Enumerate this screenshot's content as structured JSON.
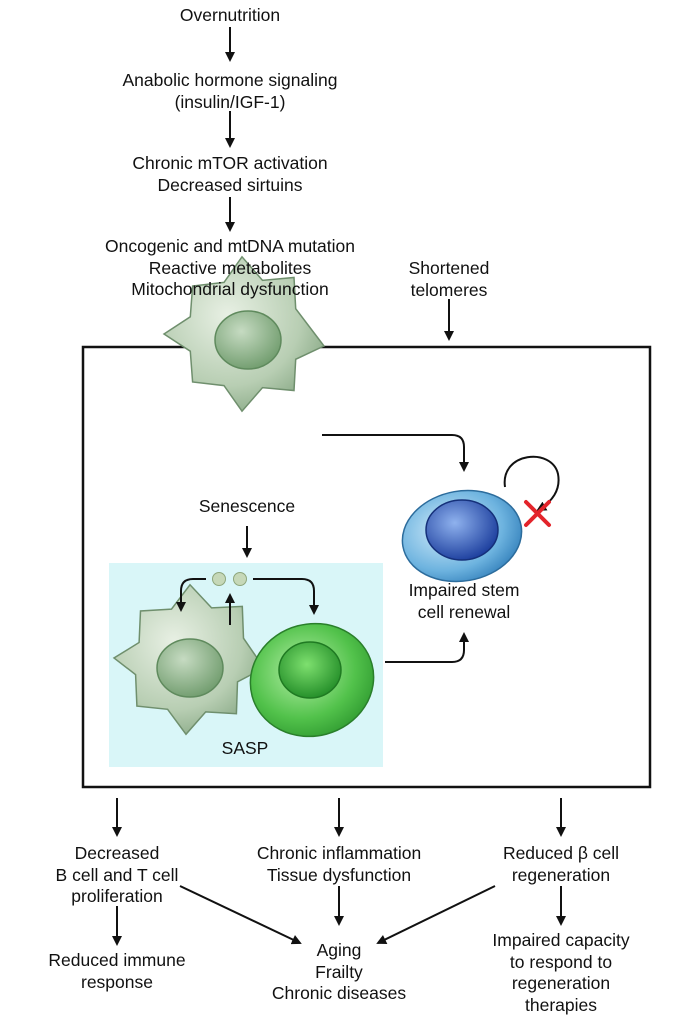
{
  "steps": {
    "overnutrition": "Overnutrition",
    "anabolic": [
      "Anabolic hormone signaling",
      "(insulin/IGF-1)"
    ],
    "mtor": [
      "Chronic mTOR activation",
      "Decreased sirtuins"
    ],
    "mutation": [
      "Oncogenic and mtDNA mutation",
      "Reactive metabolites",
      "Mitochondrial dysfunction"
    ],
    "telomeres": [
      "Shortened",
      "telomeres"
    ]
  },
  "box": {
    "senescence": "Senescence",
    "stem_cell": [
      "Impaired stem",
      "cell renewal"
    ],
    "sasp": "SASP"
  },
  "outcomes": {
    "immune": [
      "Decreased",
      "B cell and T cell",
      "proliferation"
    ],
    "inflammation": [
      "Chronic inflammation",
      "Tissue dysfunction"
    ],
    "beta_cell": [
      "Reduced β cell",
      "regeneration"
    ],
    "reduced_immune": [
      "Reduced immune",
      "response"
    ],
    "aging": [
      "Aging",
      "Frailty",
      "Chronic diseases"
    ],
    "impaired_capacity": [
      "Impaired capacity",
      "to respond to",
      "regeneration",
      "therapies"
    ]
  },
  "colors": {
    "senescent_cell": "#b7cdb3",
    "green_cell": "#4fbf4a",
    "stem_cell": "#5ea9d8",
    "sasp_panel": "#d9f6f8",
    "inhibit_x": "#e3242b"
  }
}
